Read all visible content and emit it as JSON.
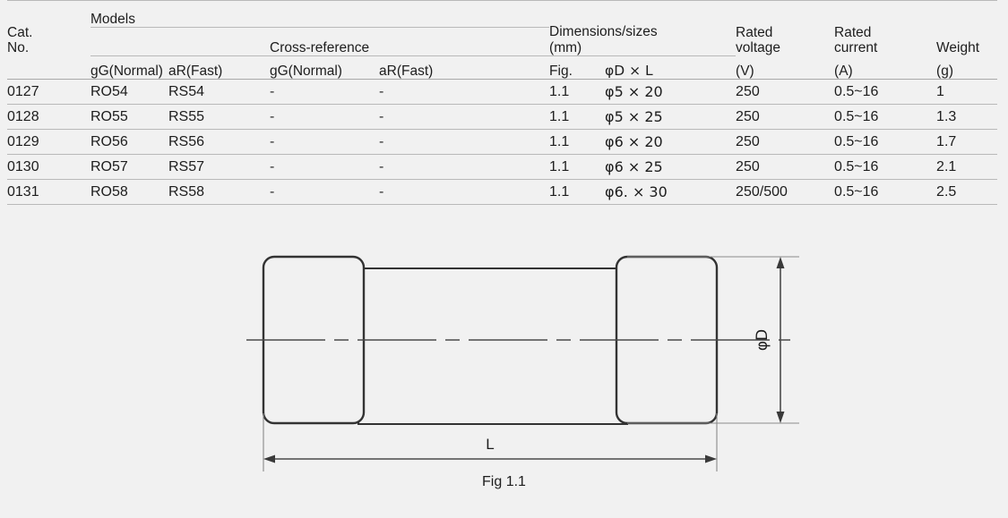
{
  "table": {
    "header": {
      "cat_no_line1": "Cat.",
      "cat_no_line2": "No.",
      "models": "Models",
      "cross_reference": "Cross-reference",
      "dimensions_line1": "Dimensions/sizes",
      "dimensions_line2": "(mm)",
      "rated_voltage_line1": "Rated",
      "rated_voltage_line2": "voltage",
      "rated_current_line1": "Rated",
      "rated_current_line2": "current",
      "weight": "Weight",
      "sub": {
        "models_gg": "gG(Normal)",
        "models_ar": "aR(Fast)",
        "cross_gg": "gG(Normal)",
        "cross_ar": "aR(Fast)",
        "fig": "Fig.",
        "dim": "φD × L",
        "volt_unit": "(V)",
        "curr_unit": "(A)",
        "weight_unit": "(g)"
      }
    },
    "rows": [
      {
        "cat_no": "0127",
        "models_gg": "RO54",
        "models_ar": "RS54",
        "cross_gg": "-",
        "cross_ar": "-",
        "fig": "1.1",
        "dim": "φ5 × 20",
        "voltage": "250",
        "current": "0.5~16",
        "weight": "1"
      },
      {
        "cat_no": "0128",
        "models_gg": "RO55",
        "models_ar": "RS55",
        "cross_gg": "-",
        "cross_ar": "-",
        "fig": "1.1",
        "dim": "φ5 × 25",
        "voltage": "250",
        "current": "0.5~16",
        "weight": "1.3"
      },
      {
        "cat_no": "0129",
        "models_gg": "RO56",
        "models_ar": "RS56",
        "cross_gg": "-",
        "cross_ar": "-",
        "fig": "1.1",
        "dim": "φ6 × 20",
        "voltage": "250",
        "current": "0.5~16",
        "weight": "1.7"
      },
      {
        "cat_no": "0130",
        "models_gg": "RO57",
        "models_ar": "RS57",
        "cross_gg": "-",
        "cross_ar": "-",
        "fig": "1.1",
        "dim": "φ6 × 25",
        "voltage": "250",
        "current": "0.5~16",
        "weight": "2.1"
      },
      {
        "cat_no": "0131",
        "models_gg": "RO58",
        "models_ar": "RS58",
        "cross_gg": "-",
        "cross_ar": "-",
        "fig": "1.1",
        "dim": "φ6. × 30",
        "voltage": "250/500",
        "current": "0.5~16",
        "weight": "2.5"
      }
    ]
  },
  "drawing": {
    "caption": "Fig 1.1",
    "length_label": "L",
    "diameter_label": "φD",
    "line_color": "#333333",
    "thin_line_color": "#6e6e6e",
    "background": "#f1f1f1"
  }
}
